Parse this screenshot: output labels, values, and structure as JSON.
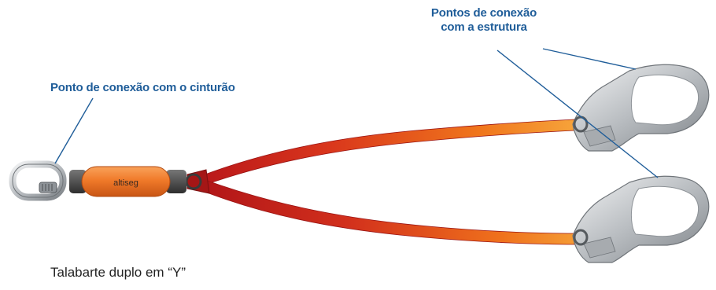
{
  "labels": {
    "belt_connection": "Ponto de conexão com o cinturão",
    "structure_connection_line1": "Pontos de conexão",
    "structure_connection_line2": "com a estrutura"
  },
  "product": {
    "brand": "altiseg"
  },
  "caption": "Talabarte duplo em “Y”",
  "colors": {
    "label_text": "#1f5d99",
    "leader_line": "#1f5d99",
    "strap_orange": "#f07a1a",
    "strap_red": "#c8201c",
    "absorber": "#f0782a",
    "metal": "#c9cccf"
  }
}
